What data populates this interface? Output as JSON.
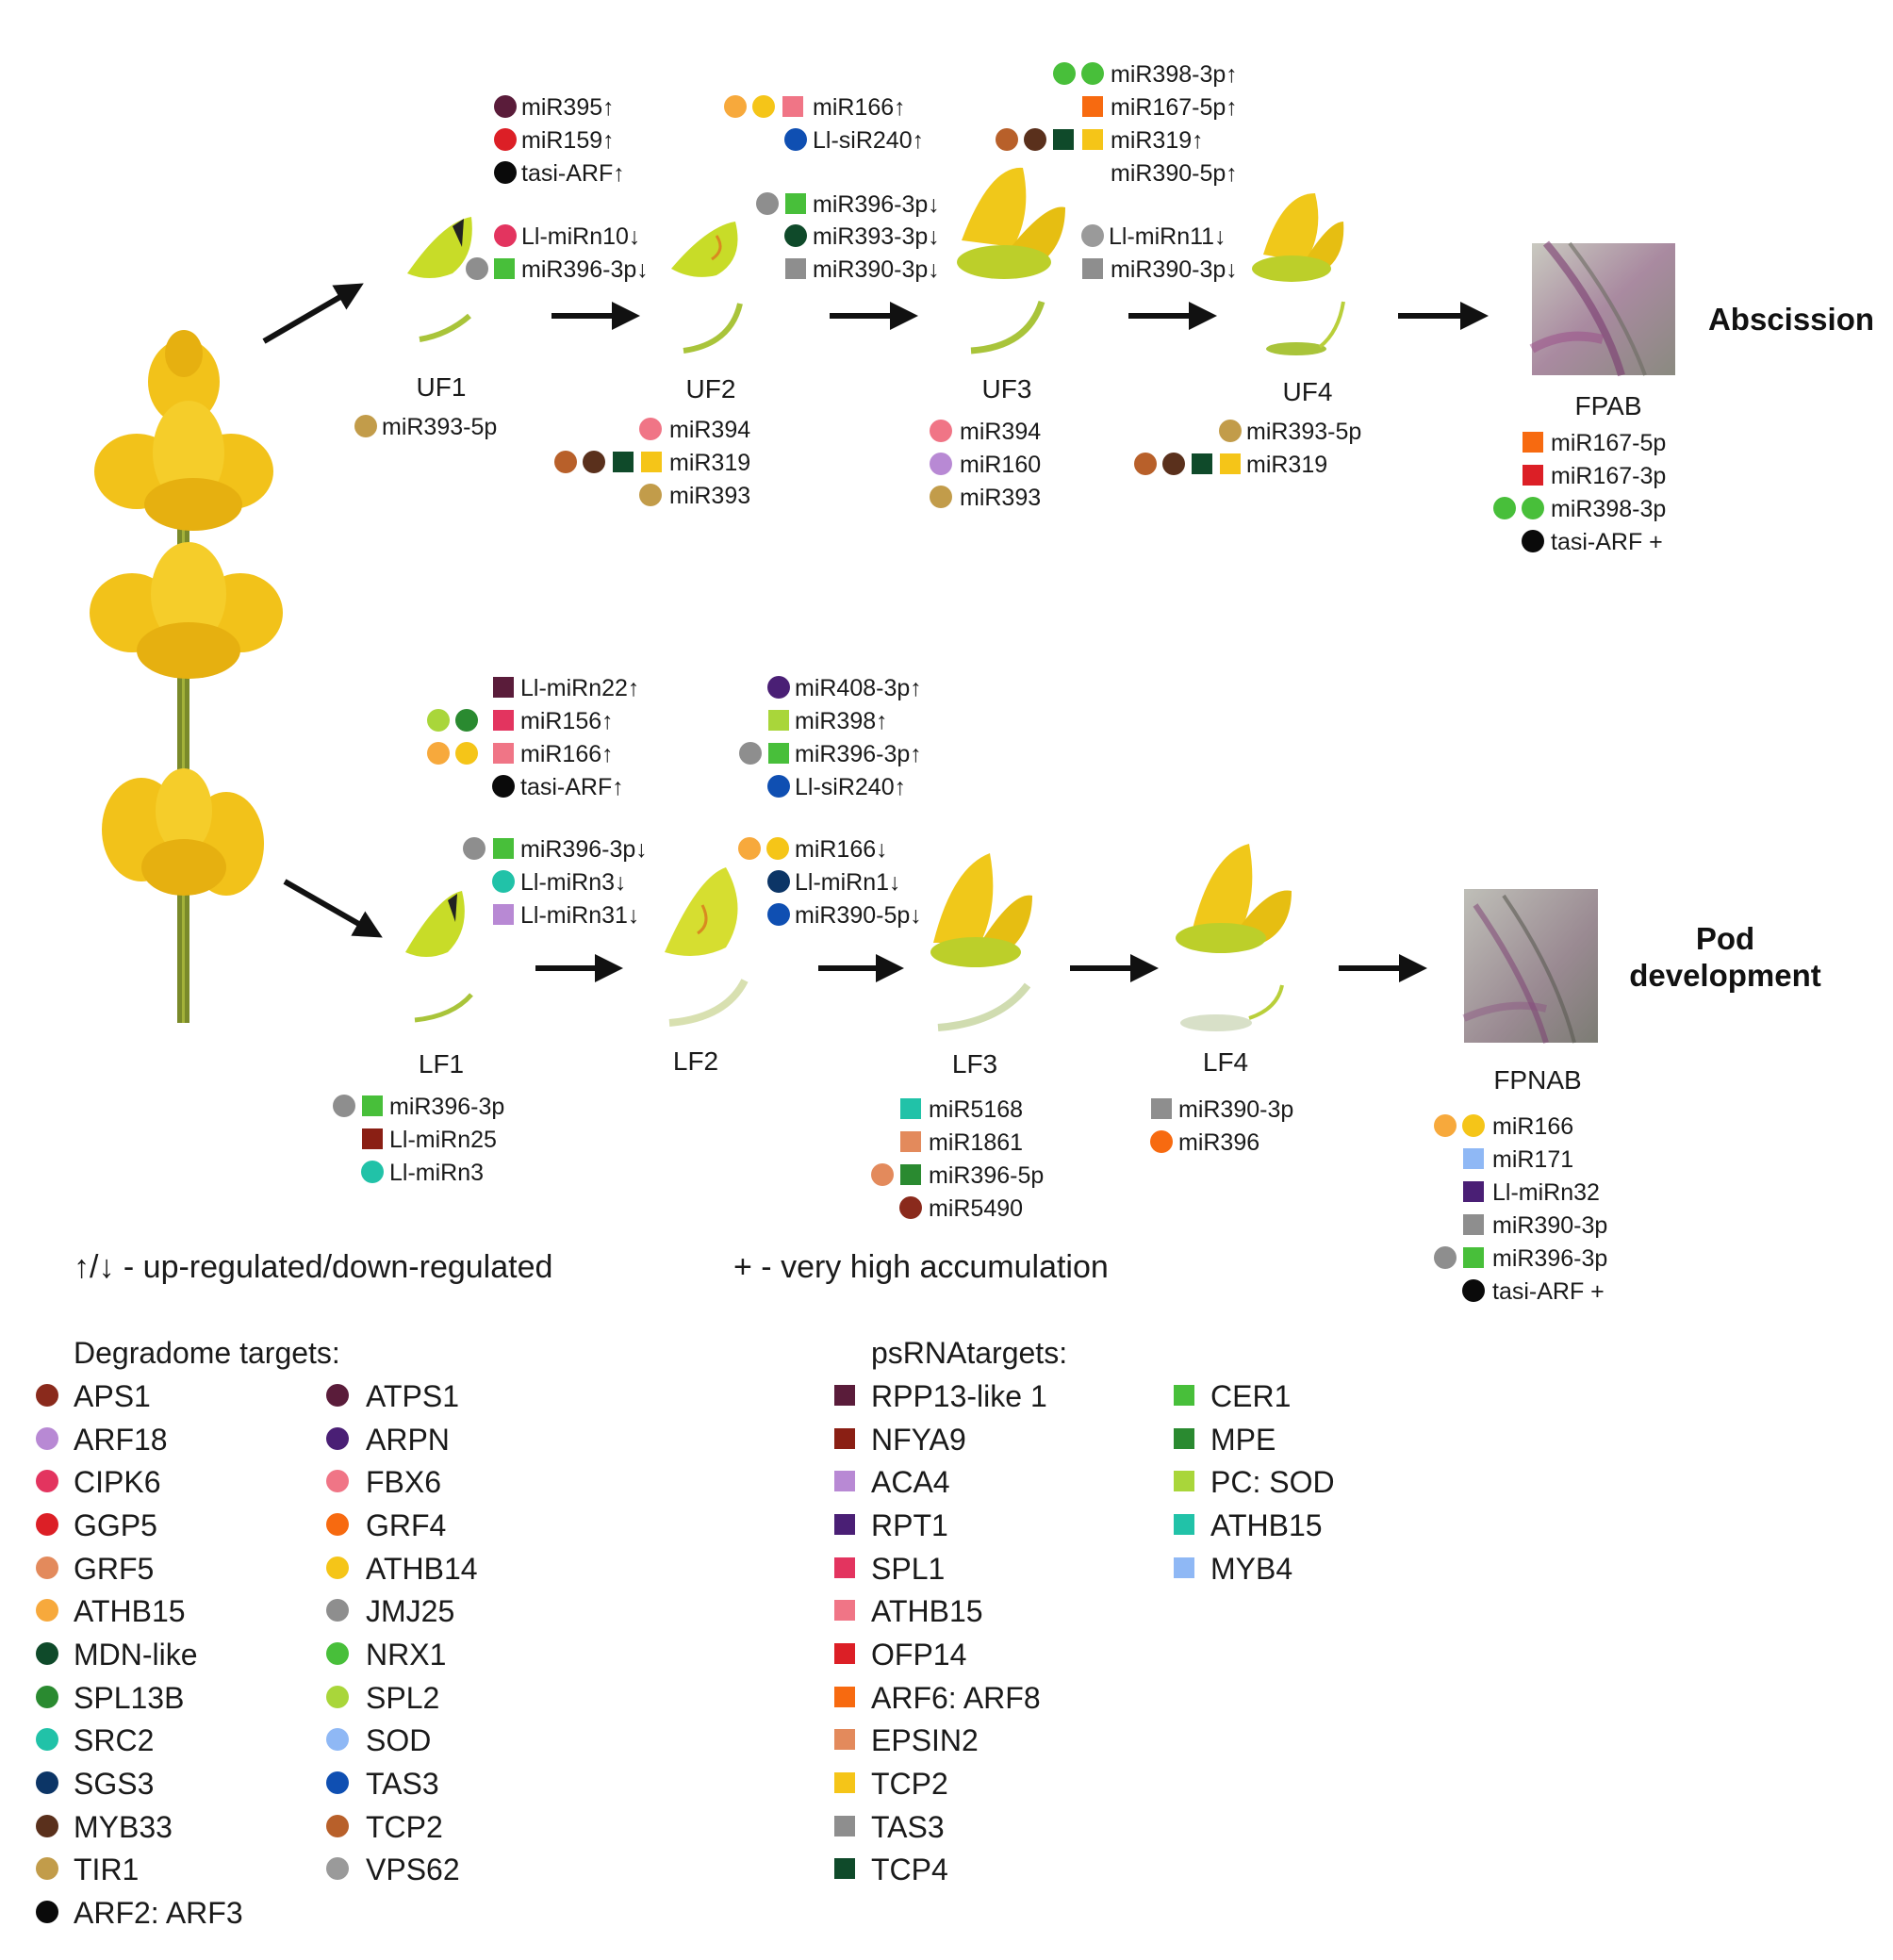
{
  "colors": {
    "APS1": "#8a2a1c",
    "ARF18": "#b889d4",
    "CIPK6": "#e3345f",
    "GGP5": "#dc1f26",
    "GRF5": "#e38a5c",
    "ATHB15": "#f7a93c",
    "MDN-like": "#0f4a2a",
    "SPL13B": "#2a8a30",
    "SRC2": "#21c2a8",
    "SGS3": "#0c3566",
    "MYB33": "#5a301c",
    "TIR1": "#c29c4a",
    "ARF2: ARF3": "#0a0a0a",
    "ATPS1": "#5a1c3a",
    "ARPN": "#4a1f75",
    "FBX6": "#f07586",
    "GRF4": "#f76a10",
    "ATHB14": "#f5c518",
    "JMJ25": "#8e8e8e",
    "NRX1": "#48bf3a",
    "SPL2": "#a9d63a",
    "SOD": "#8fb8f5",
    "TAS3": "#0f4fb2",
    "TCP2": "#b8602a",
    "VPS62": "#9a9a9a",
    "sq_RPP13-like 1": "#5a1c3a",
    "sq_NFYA9": "#8a1f14",
    "sq_ACA4": "#b889d4",
    "sq_RPT1": "#4a1f75",
    "sq_SPL1": "#e3345f",
    "sq_ATHB15": "#f07586",
    "sq_OFP14": "#dc1f26",
    "sq_ARF6: ARF8": "#f76a10",
    "sq_EPSIN2": "#e38a5c",
    "sq_TCP2": "#f5c518",
    "sq_TAS3": "#8e8e8e",
    "sq_TCP4": "#0f4a2a",
    "sq_CER1": "#48bf3a",
    "sq_MPE": "#2a8a30",
    "sq_PC: SOD": "#a9d63a",
    "sq_ATHB15b": "#21c2a8",
    "sq_MYB4": "#8fb8f5"
  },
  "stages": {
    "UF1": "UF1",
    "UF2": "UF2",
    "UF3": "UF3",
    "UF4": "UF4",
    "FPAB": "FPAB",
    "LF1": "LF1",
    "LF2": "LF2",
    "LF3": "LF3",
    "LF4": "LF4",
    "FPNAB": "FPNAB"
  },
  "outcomes": {
    "abscission": "Abscission",
    "pod_line1": "Pod",
    "pod_line2": "development"
  },
  "labels": {
    "uf1_top": [
      "miR395↑",
      "miR159↑",
      "tasi-ARF↑",
      "Ll-miRn10↓",
      "miR396-3p↓"
    ],
    "uf1_bottom": [
      "miR393-5p"
    ],
    "uf2_top": [
      "miR166↑",
      "Ll-siR240↑",
      "miR396-3p↓",
      "miR393-3p↓",
      "miR390-3p↓"
    ],
    "uf2_bottom": [
      "miR394",
      "miR319",
      "miR393"
    ],
    "uf3_top": [
      "miR398-3p↑",
      "miR167-5p↑",
      "miR319↑",
      "miR390-5p↑",
      "Ll-miRn11↓",
      "miR390-3p↓"
    ],
    "uf3_bottom": [
      "miR394",
      "miR160",
      "miR393"
    ],
    "uf4_bottom": [
      "miR393-5p",
      "miR319"
    ],
    "fpab": [
      "miR167-5p",
      "miR167-3p",
      "miR398-3p",
      "tasi-ARF +"
    ],
    "lf1_top": [
      "Ll-miRn22↑",
      "miR156↑",
      "miR166↑",
      "tasi-ARF↑",
      "miR396-3p↓",
      "Ll-miRn3↓",
      "Ll-miRn31↓"
    ],
    "lf1_bottom": [
      "miR396-3p",
      "Ll-miRn25",
      "Ll-miRn3"
    ],
    "lf2_top": [
      "miR408-3p↑",
      "miR398↑",
      "miR396-3p↑",
      "Ll-siR240↑",
      "miR166↓",
      "Ll-miRn1↓",
      "miR390-5p↓"
    ],
    "lf3_bottom": [
      "miR5168",
      "miR1861",
      "miR396-5p",
      "miR5490"
    ],
    "lf4_bottom": [
      "miR390-3p",
      "miR396"
    ],
    "fpnab": [
      "miR166",
      "miR171",
      "Ll-miRn32",
      "miR390-3p",
      "miR396-3p",
      "tasi-ARF +"
    ]
  },
  "notes": {
    "updown": "↑/↓ - up-regulated/down-regulated",
    "high": "+ - very high accumulation"
  },
  "legend": {
    "degradome_title": "Degradome targets:",
    "degradome_col1": [
      "APS1",
      "ARF18",
      "CIPK6",
      "GGP5",
      "GRF5",
      "ATHB15",
      "MDN-like",
      "SPL13B",
      "SRC2",
      "SGS3",
      "MYB33",
      "TIR1",
      "ARF2: ARF3"
    ],
    "degradome_col2": [
      "ATPS1",
      "ARPN",
      "FBX6",
      "GRF4",
      "ATHB14",
      "JMJ25",
      "NRX1",
      "SPL2",
      "SOD",
      "TAS3",
      "TCP2",
      "VPS62"
    ],
    "psrna_title": "psRNAtargets:",
    "psrna_col1": [
      "RPP13-like 1",
      "NFYA9",
      "ACA4",
      "RPT1",
      "SPL1",
      "ATHB15",
      "OFP14",
      "ARF6: ARF8",
      "EPSIN2",
      "TCP2",
      "TAS3",
      "TCP4"
    ],
    "psrna_col2": [
      "CER1",
      "MPE",
      "PC: SOD",
      "ATHB15",
      "MYB4"
    ]
  }
}
